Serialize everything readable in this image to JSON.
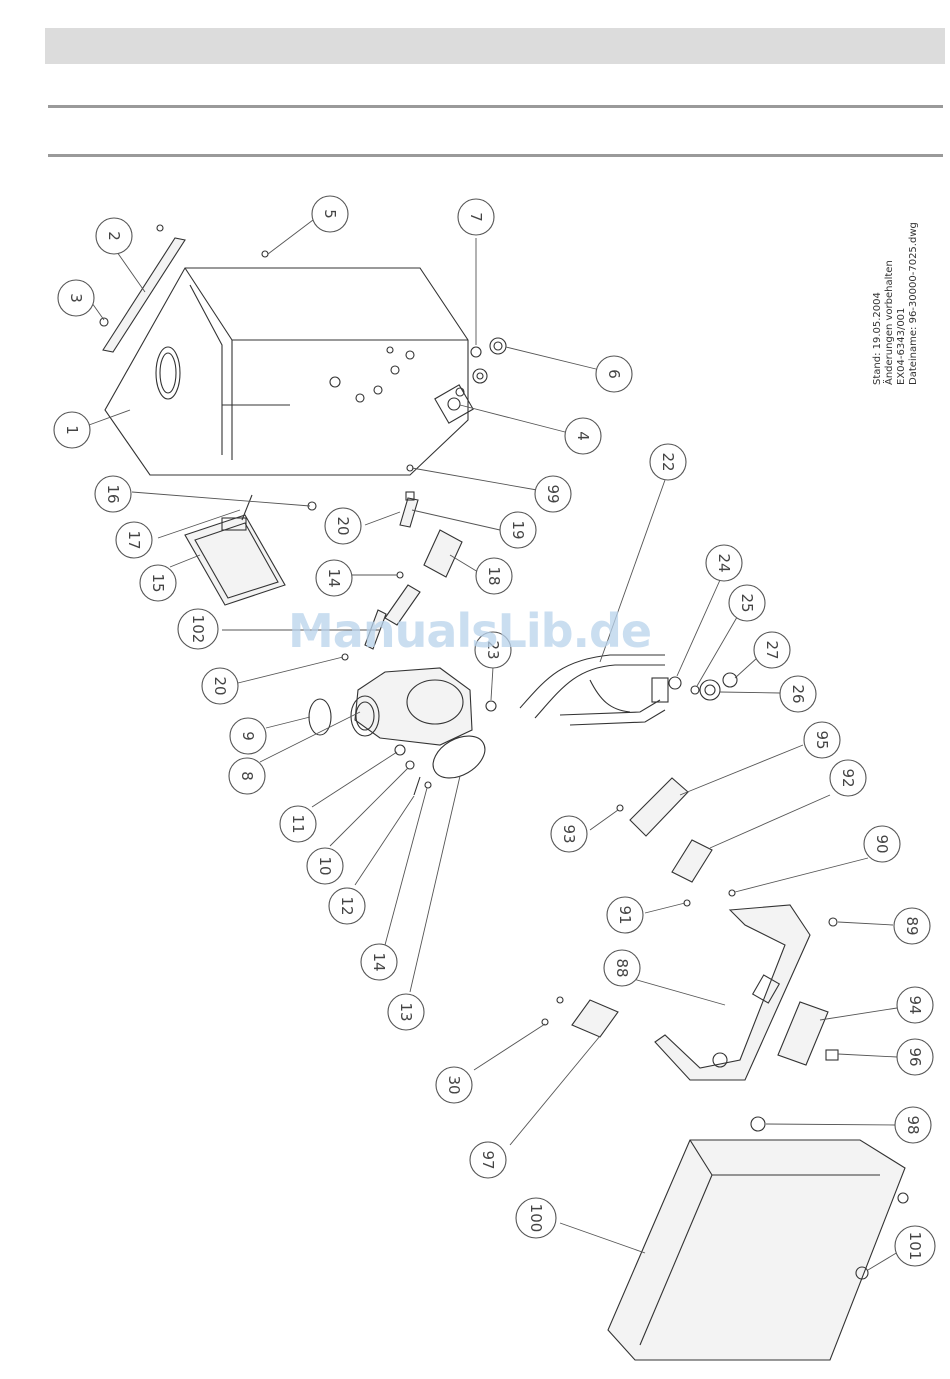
{
  "document": {
    "stamp_lines": [
      "Stand: 19.05.2004",
      "Änderungen vorbehalten",
      "EX04-6343/001",
      "Dateiname: 96-30000-7025.dwg"
    ],
    "watermark": "ManualsLib.de"
  },
  "callouts": [
    "1",
    "2",
    "3",
    "4",
    "5",
    "6",
    "7",
    "8",
    "9",
    "10",
    "11",
    "12",
    "13",
    "14",
    "14",
    "15",
    "16",
    "17",
    "18",
    "19",
    "20",
    "20",
    "22",
    "23",
    "24",
    "25",
    "26",
    "27",
    "30",
    "88",
    "89",
    "90",
    "91",
    "92",
    "93",
    "94",
    "95",
    "96",
    "97",
    "98",
    "99",
    "100",
    "101",
    "102"
  ],
  "style": {
    "line_color": "#555555",
    "header_band": "#dcdcdc",
    "rule_color": "#9a9a9a",
    "watermark_color": "#b9d3ec"
  }
}
